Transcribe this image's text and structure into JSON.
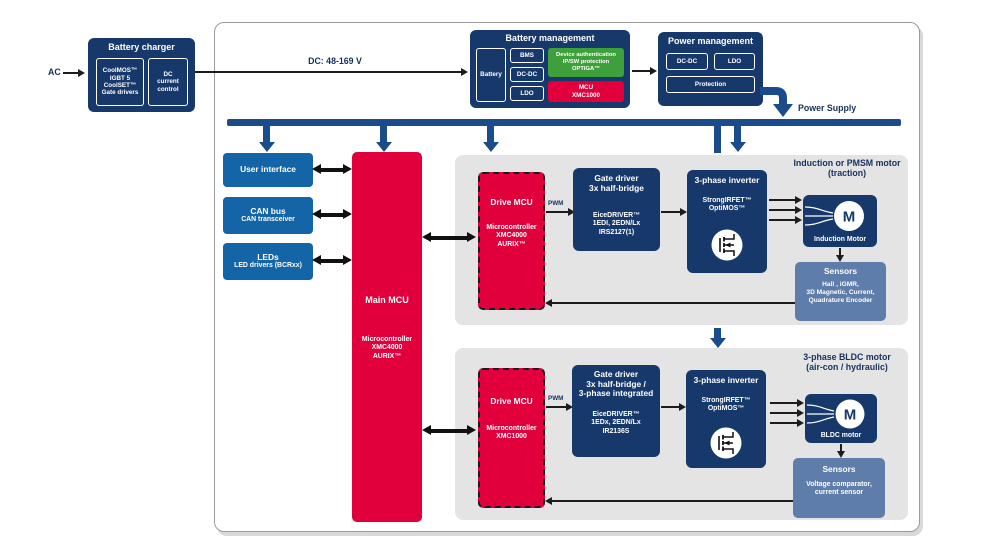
{
  "colors": {
    "navy": "#17386b",
    "blue": "#1464a8",
    "red": "#e2003c",
    "green": "#3da03a",
    "steel": "#5f7dab",
    "section_gray": "#e4e4e4",
    "bus": "#1a4c8c",
    "darktext": "#16305c"
  },
  "labels": {
    "ac": "AC",
    "dc_link": "DC: 48-169 V",
    "power_supply": "Power Supply",
    "pwm_top": "PWM",
    "pwm_bottom": "PWM"
  },
  "battery_charger": {
    "title": "Battery charger",
    "cell_left": "CoolMOS™\nIGBT 5\nCoolSET™\nGate drivers",
    "cell_right": "DC\ncurrent\ncontrol"
  },
  "battery_management": {
    "title": "Battery management",
    "battery": "Battery",
    "stack": [
      "BMS",
      "DC-DC",
      "LDO"
    ],
    "security": "Device authentication\nIP/SW protection\nOPTIGA™",
    "mcu": "MCU\nXMC1000"
  },
  "power_management": {
    "title": "Power management",
    "dcdc": "DC-DC",
    "ldo": "LDO",
    "protection": "Protection"
  },
  "peripherals": {
    "user_interface": "User interface",
    "can_title": "CAN bus",
    "can_sub": "CAN transceiver",
    "leds_title": "LEDs",
    "leds_sub": "LED drivers (BCRxx)"
  },
  "main_mcu": {
    "title": "Main MCU",
    "sub": "Microcontroller\nXMC4000\nAURIX™"
  },
  "traction": {
    "heading": "Induction or PMSM motor\n(traction)",
    "drive_mcu_title": "Drive MCU",
    "drive_mcu_sub": "Microcontroller\nXMC4000\nAURIX™",
    "gate_driver_title": "Gate driver\n3x half-bridge",
    "gate_driver_sub": "EiceDRIVER™\n1EDI, 2EDN/Lx\nIRS2127(1)",
    "inverter_title": "3-phase inverter",
    "inverter_sub": "StrongIRFET™\nOptiMOS™",
    "motor_letter": "M",
    "motor_label": "Induction Motor",
    "sensors_title": "Sensors",
    "sensors_sub": "Hall , iGMR,\n3D Magnetic, Current,\nQuadrature Encoder"
  },
  "bldc": {
    "heading": "3-phase BLDC motor\n(air-con / hydraulic)",
    "drive_mcu_title": "Drive MCU",
    "drive_mcu_sub": "Microcontroller\nXMC1000",
    "gate_driver_title": "Gate driver\n3x half-bridge /\n3-phase integrated",
    "gate_driver_sub": "EiceDRIVER™\n1EDx, 2EDN/Lx\nIR2136S",
    "inverter_title": "3-phase inverter",
    "inverter_sub": "StrongIRFET™\nOptiMOS™",
    "motor_letter": "M",
    "motor_label": "BLDC motor",
    "sensors_title": "Sensors",
    "sensors_sub": "Voltage comparator,\ncurrent sensor"
  }
}
